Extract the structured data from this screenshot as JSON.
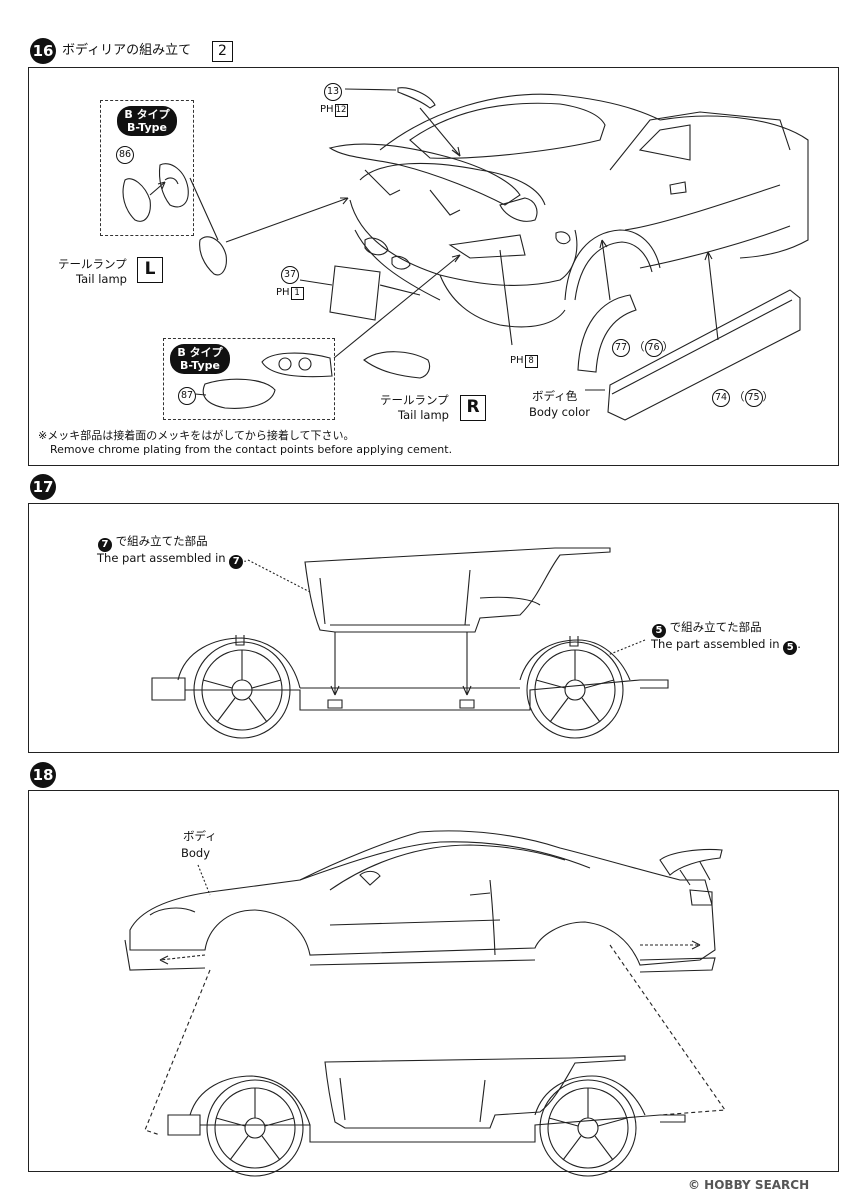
{
  "step16": {
    "number": "16",
    "title": "ボディリアの組み立て",
    "title_suffix": "2",
    "btype_jp": "B タイプ",
    "btype_en": "B-Type",
    "tail_lamp_jp": "テールランプ",
    "tail_lamp_en": "Tail lamp",
    "left_mark": "L",
    "right_mark": "R",
    "body_color_jp": "ボディ色",
    "body_color_en": "Body color",
    "note_jp": "※メッキ部品は接着面のメッキをはがしてから接着して下さい。",
    "note_en": "Remove chrome plating from the contact points before applying cement.",
    "parts": {
      "p13": "13",
      "p13_ph": "12",
      "p37": "37",
      "p37_ph": "1",
      "p8_ph": "8",
      "p86": "86",
      "p87": "87",
      "p77": "77",
      "p76": "76",
      "p74": "74",
      "p75": "75"
    },
    "ph_label": "PH"
  },
  "step17": {
    "number": "17",
    "assembled7_jp": "で組み立てた部品",
    "assembled7_en": "The part assembled in",
    "ref7": "7",
    "assembled5_jp": "で組み立てた部品",
    "assembled5_en": "The part assembled in",
    "ref5": "5"
  },
  "step18": {
    "number": "18",
    "body_jp": "ボディ",
    "body_en": "Body"
  },
  "watermark": "© HOBBY SEARCH"
}
